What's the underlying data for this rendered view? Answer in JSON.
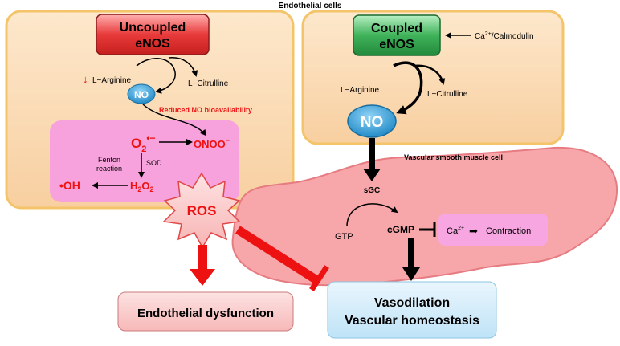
{
  "title": "Endothelial cells",
  "uncoupled": {
    "label_line1": "Uncoupled",
    "label_line2": "eNOS",
    "l_arginine_arrow": "↓",
    "l_arginine": "L−Arginine",
    "l_citrulline": "L−Citrulline",
    "no": "NO",
    "reduced_no": "Reduced NO bioavailability",
    "superoxide_base": "O",
    "superoxide_sub": "2",
    "superoxide_sup": "•−",
    "peroxynitrite_base": "ONOO",
    "peroxynitrite_sup": "−",
    "sod": "SOD",
    "fenton_line1": "Fenton",
    "fenton_line2": "reaction",
    "hydroxyl": "•OH",
    "h2o2_h": "H",
    "h2o2_sub1": "2",
    "h2o2_o": "O",
    "h2o2_sub2": "2"
  },
  "coupled": {
    "label_line1": "Coupled",
    "label_line2": "eNOS",
    "calmodulin_ca": "Ca",
    "calmodulin_sup": "2+",
    "calmodulin_rest": "/Calmodulin",
    "l_arginine": "L−Arginine",
    "l_citrulline": "L−Citrulline",
    "no": "NO"
  },
  "smooth_muscle": {
    "label": "Vascular smooth muscle cell",
    "sgc": "sGC",
    "gtp": "GTP",
    "cgmp": "cGMP",
    "ca": "Ca",
    "ca_sup": "2+",
    "arrow_glyph": "➡",
    "contraction": "Contraction"
  },
  "ros": "ROS",
  "endothelial_dysfunction": "Endothelial dysfunction",
  "vasodilation_line1": "Vasodilation",
  "vasodilation_line2": "Vascular homeostasis",
  "colors": {
    "cell_fill": "#fbd9b0",
    "cell_border": "#f3c46a",
    "uncoupled_box": "#e63b3b",
    "coupled_box": "#35a853",
    "no_ellipse": "#2b9bd6",
    "ros_pink": "#f7a6e0",
    "smooth_muscle": "#f5a3a8",
    "red": "#ee1111"
  }
}
